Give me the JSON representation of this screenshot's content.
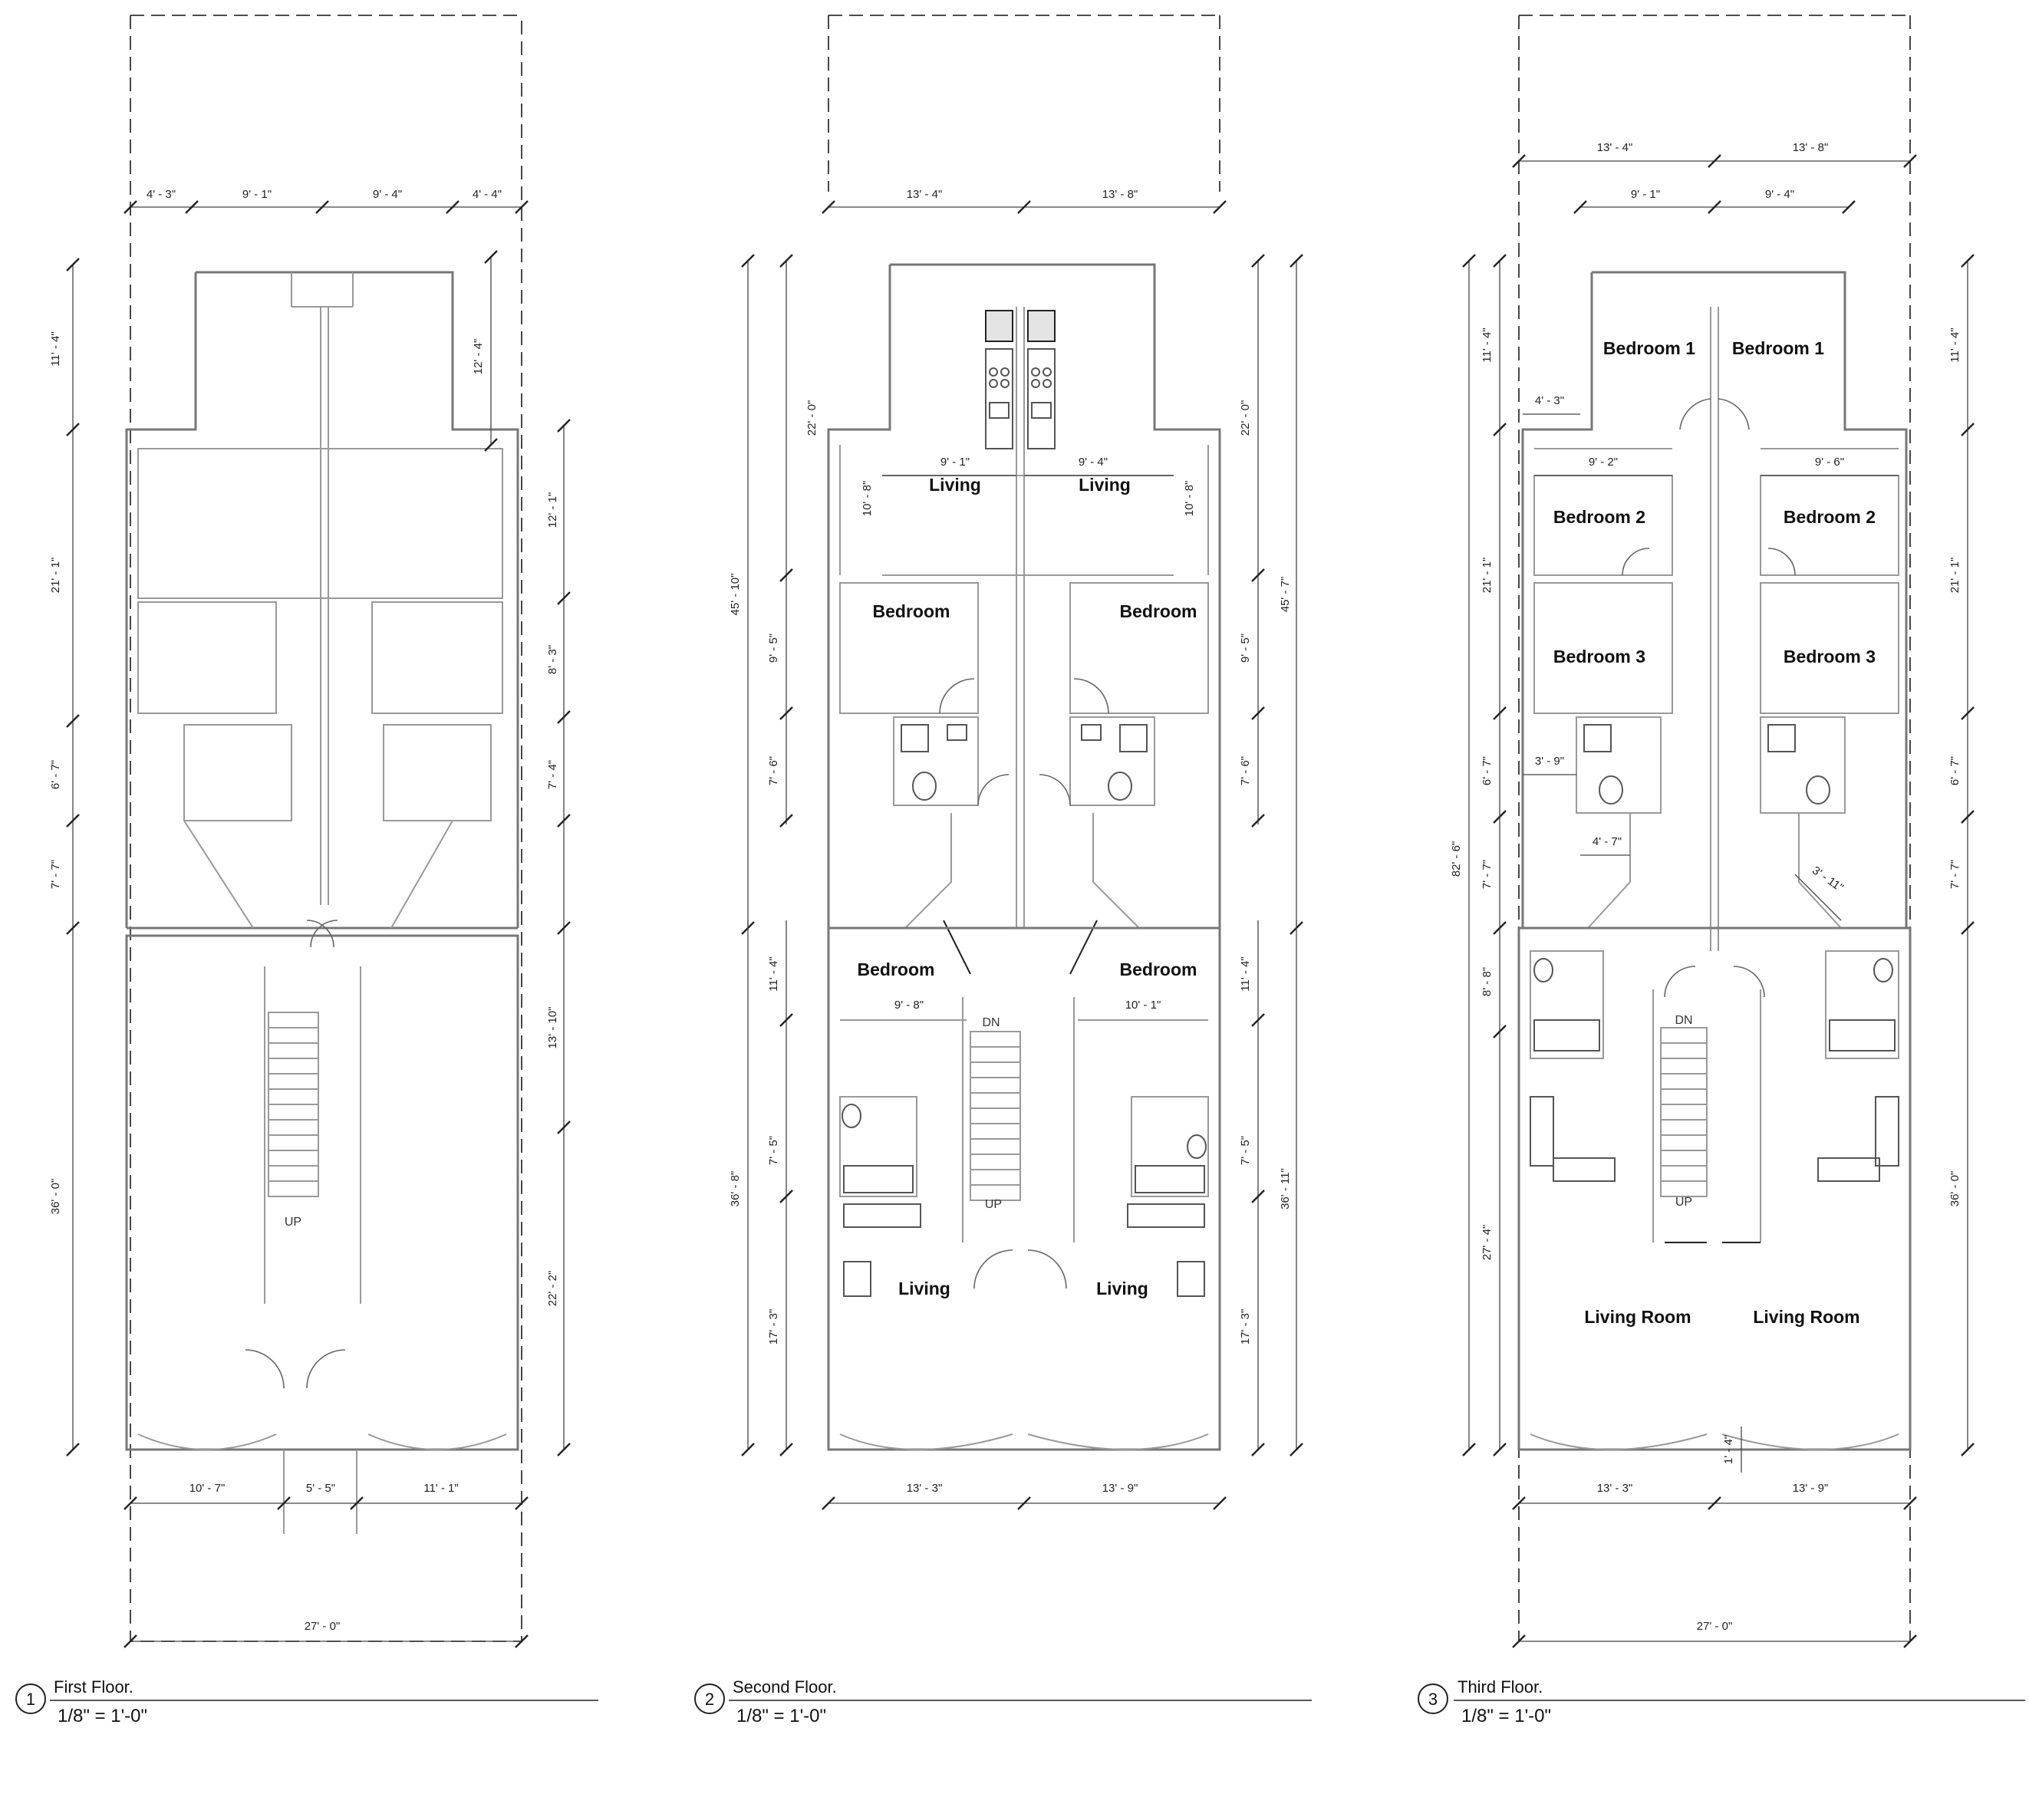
{
  "floors": [
    {
      "number": "1",
      "title": "First Floor.",
      "scale": "1/8\" = 1'-0\"",
      "rooms": [],
      "notes": [
        "UP"
      ],
      "dims_top": [
        "4' - 3\"",
        "9' - 1\"",
        "9' - 4\"",
        "4' - 4\""
      ],
      "dims_left": [
        "11' - 4\"",
        "21' - 1\"",
        "6' - 7\"",
        "7' - 7\"",
        "36' - 0\""
      ],
      "dims_right": [
        "12' - 4\"",
        "12' - 1\"",
        "8' - 3\"",
        "7' - 4\"",
        "13' - 10\"",
        "22' - 2\""
      ],
      "dims_bottom": [
        "10' - 7\"",
        "5' - 5\"",
        "11' - 1\""
      ],
      "dim_total": "27' - 0\""
    },
    {
      "number": "2",
      "title": "Second Floor.",
      "scale": "1/8\" = 1'-0\"",
      "rooms": [
        "Living",
        "Living",
        "Bedroom",
        "Bedroom",
        "Bedroom",
        "Bedroom",
        "Living",
        "Living"
      ],
      "notes": [
        "DN",
        "UP"
      ],
      "dims_top": [
        "13' - 4\"",
        "13' - 8\""
      ],
      "dims_inner": [
        "9' - 1\"",
        "9' - 4\"",
        "9' - 8\"",
        "10' - 1\""
      ],
      "dims_left": [
        "45' - 10\"",
        "22' - 0\"",
        "10' - 8\"",
        "9' - 5\"",
        "7' - 6\"",
        "36' - 8\"",
        "11' - 4\"",
        "7' - 5\"",
        "17' - 3\""
      ],
      "dims_right": [
        "22' - 0\"",
        "10' - 8\"",
        "45' - 7\"",
        "9' - 5\"",
        "7' - 6\"",
        "11' - 4\"",
        "7' - 5\"",
        "36' - 11\"",
        "17' - 3\""
      ],
      "dims_bottom": [
        "13' - 3\"",
        "13' - 9\""
      ]
    },
    {
      "number": "3",
      "title": "Third Floor.",
      "scale": "1/8\" = 1'-0\"",
      "rooms": [
        "Bedroom 1",
        "Bedroom 1",
        "Bedroom 2",
        "Bedroom 2",
        "Bedroom 3",
        "Bedroom 3",
        "Living Room",
        "Living Room"
      ],
      "notes": [
        "DN",
        "UP"
      ],
      "dims_top": [
        "13' - 4\"",
        "13' - 8\"",
        "9' - 1\"",
        "9' - 4\""
      ],
      "dims_inner": [
        "4' - 3\"",
        "9' - 2\"",
        "9' - 6\"",
        "3' - 9\"",
        "4' - 7\"",
        "3' - 11\"",
        "1' - 4\""
      ],
      "dims_left": [
        "11' - 4\"",
        "21' - 1\"",
        "6' - 7\"",
        "7' - 7\"",
        "82' - 6\"",
        "8' - 8\"",
        "27' - 4\""
      ],
      "dims_right": [
        "11' - 4\"",
        "21' - 1\"",
        "6' - 7\"",
        "7' - 7\"",
        "36' - 0\""
      ],
      "dims_bottom": [
        "13' - 3\"",
        "13' - 9\""
      ],
      "dim_total": "27' - 0\""
    }
  ]
}
